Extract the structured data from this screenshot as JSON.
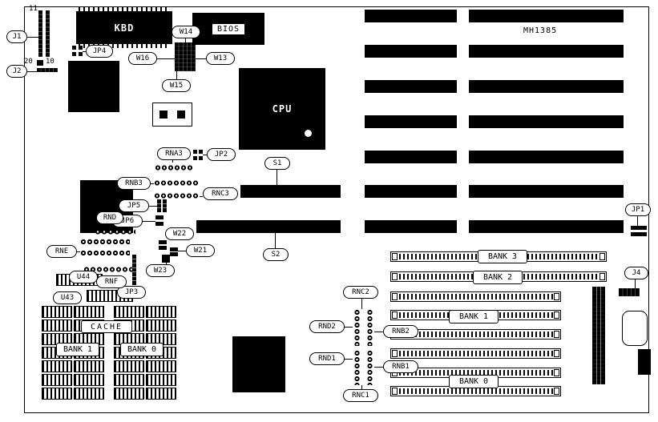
{
  "model": "MH1385",
  "pins": {
    "p11": "11",
    "p20": "20",
    "p10": "10"
  },
  "labels": {
    "j1": "J1",
    "j2": "J2",
    "jp4": "JP4",
    "w14": "W14",
    "w16": "W16",
    "w13": "W13",
    "w15": "W15",
    "rna3": "RNA3",
    "jp2": "JP2",
    "s1": "S1",
    "s2": "S2",
    "rnb3": "RNB3",
    "rnc3": "RNC3",
    "jp5": "JP5",
    "jp6": "JP6",
    "rnd": "RND",
    "rne": "RNE",
    "rnf": "RNF",
    "w22": "W22",
    "w21": "W21",
    "w23": "W23",
    "u44": "U44",
    "u43": "U43",
    "jp3": "JP3",
    "rnc2": "RNC2",
    "rnd2": "RND2",
    "rnb2": "RNB2",
    "rnd1": "RND1",
    "rnb1": "RNB1",
    "rnc1": "RNC1",
    "jp1": "JP1",
    "j4": "J4"
  },
  "chips": {
    "kbd": "KBD",
    "bios": "BIOS",
    "cpu": "CPU"
  },
  "cache": {
    "title": "CACHE",
    "bank1": "BANK 1",
    "bank0": "BANK 0"
  },
  "memory": {
    "bank3": "BANK 3",
    "bank2": "BANK 2",
    "bank1": "BANK 1",
    "bank0": "BANK 0"
  },
  "colors": {
    "component": "#000000",
    "background": "#ffffff"
  }
}
